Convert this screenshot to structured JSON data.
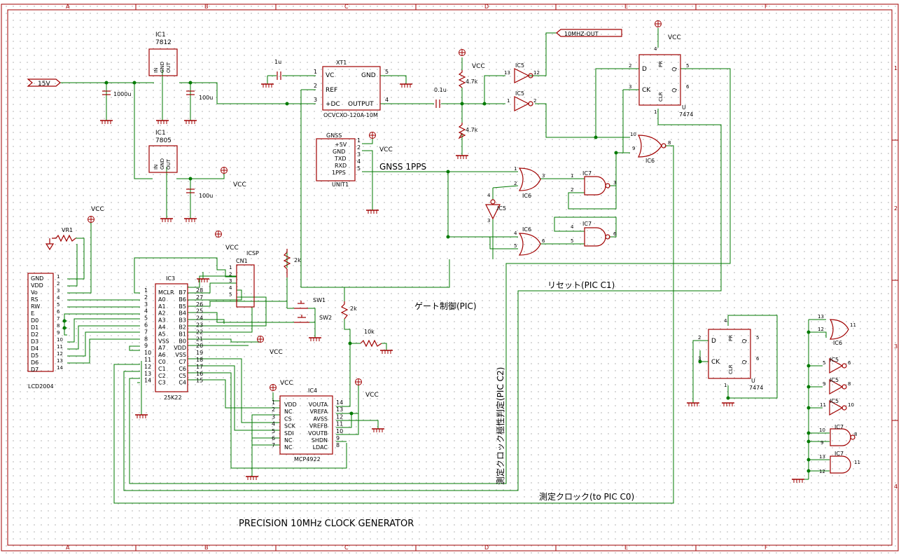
{
  "title": "PRECISION 10MHz CLOCK GENERATOR",
  "colors": {
    "wire": "#007a00",
    "part": "#a00000",
    "text": "#000000",
    "frame": "#a00000",
    "grid": "#b9b9b9"
  },
  "border": {
    "cols": [
      "A",
      "B",
      "C",
      "D",
      "E",
      "F"
    ],
    "rows": [
      "1",
      "2",
      "3",
      "4"
    ]
  },
  "ports": {
    "in15v": "15V",
    "out10m": "10MHZ-OUT"
  },
  "parts": {
    "reg1": {
      "ref": "IC1",
      "value": "7812",
      "pins": [
        "IN",
        "GND",
        "OUT"
      ]
    },
    "reg2": {
      "ref": "IC1",
      "value": "7805",
      "pins": [
        "IN",
        "GND",
        "OUT"
      ]
    },
    "c1000": "1000u",
    "c100a": "100u",
    "c100b": "100u",
    "c1u": "1u",
    "c01u": "0.1u",
    "xt1": {
      "ref": "XT1",
      "value": "OCVCXO-120A-10M",
      "pins": {
        "vc": "VC",
        "ref": "REF",
        "dc": "+DC",
        "gnd": "GND",
        "out": "OUTPUT"
      },
      "nums": [
        "1",
        "2",
        "3",
        "5",
        "4"
      ]
    },
    "r47a": "4.7k",
    "r47b": "4.7k",
    "r2ka": "2k",
    "r2kb": "2k",
    "r10k": "10k",
    "vr1": "VR1",
    "gnss": {
      "title": "GNSS",
      "name": "UNIT1",
      "pins": [
        "+5V",
        "GND",
        "TXD",
        "RXD",
        "1PPS"
      ],
      "nums": [
        "1",
        "2",
        "3",
        "4",
        "5"
      ]
    },
    "ic3": {
      "ref": "IC3",
      "value": "25K22",
      "left": [
        "MCLR",
        "A0",
        "A1",
        "A2",
        "A3",
        "A4",
        "A5",
        "VSS",
        "A7",
        "A6",
        "C0",
        "C1",
        "C2",
        "C3"
      ],
      "leftNums": [
        "1",
        "2",
        "3",
        "4",
        "5",
        "6",
        "7",
        "8",
        "9",
        "10",
        "11",
        "12",
        "13",
        "14"
      ],
      "right": [
        "B7",
        "B6",
        "B5",
        "B4",
        "B3",
        "B2",
        "B1",
        "B0",
        "VDD",
        "VSS",
        "C7",
        "C6",
        "C5",
        "C4"
      ],
      "rightNums": [
        "28",
        "27",
        "26",
        "25",
        "24",
        "23",
        "22",
        "21",
        "20",
        "19",
        "18",
        "17",
        "16",
        "15"
      ]
    },
    "ic4": {
      "ref": "IC4",
      "value": "MCP4922",
      "left": [
        "VDD",
        "NC",
        "CS",
        "SCK",
        "SDI",
        "NC",
        "NC"
      ],
      "leftNums": [
        "1",
        "2",
        "3",
        "4",
        "5",
        "6",
        "7"
      ],
      "right": [
        "VOUTA",
        "VREFA",
        "AVSS",
        "VREFB",
        "VOUTB",
        "SHDN",
        "LDAC"
      ],
      "rightNums": [
        "14",
        "13",
        "12",
        "11",
        "10",
        "9",
        "8"
      ]
    },
    "cn1": {
      "ref": "CN1",
      "label": "ICSP",
      "nums": [
        "1",
        "2",
        "3",
        "4",
        "5"
      ]
    },
    "lcd": {
      "name": "LCD2004",
      "pins": [
        "GND",
        "VDD",
        "Vo",
        "RS",
        "RW",
        "E",
        "D0",
        "D1",
        "D2",
        "D3",
        "D4",
        "D5",
        "D6",
        "D7"
      ],
      "nums": [
        "1",
        "2",
        "3",
        "4",
        "5",
        "6",
        "7",
        "8",
        "9",
        "10",
        "11",
        "12",
        "13",
        "14"
      ]
    },
    "sw1": "SW1",
    "sw2": "SW2",
    "ff1": {
      "value": "7474",
      "u": "U",
      "pins": [
        "D",
        "CK",
        "PR",
        "CLR",
        "Q",
        "Q"
      ],
      "nums": [
        "2",
        "3",
        "4",
        "1",
        "5",
        "6"
      ]
    },
    "ff2": {
      "value": "7474",
      "u": "U",
      "pins": [
        "D",
        "CK",
        "PR",
        "CLR",
        "Q",
        "Q"
      ],
      "nums": [
        "2",
        "3",
        "4",
        "1",
        "5",
        "6"
      ]
    },
    "ic5": "IC5",
    "ic6": "IC6",
    "ic7": "IC7"
  },
  "net": {
    "vcc": "VCC",
    "gnss1pps": "GNSS 1PPS",
    "reset": "リセット(PIC C1)",
    "gate": "ゲート制御(PIC)",
    "meas_vert": "測定クロック極性判定(PIC C2)",
    "meas_clk": "測定クロック(to PIC C0)"
  },
  "pinNums": {
    "n1": "1",
    "n2": "2",
    "n3": "3",
    "n4": "4",
    "n5": "5",
    "n6": "6",
    "n8": "8",
    "n9": "9",
    "n10": "10",
    "n11": "11",
    "n12": "12",
    "n13": "13"
  }
}
